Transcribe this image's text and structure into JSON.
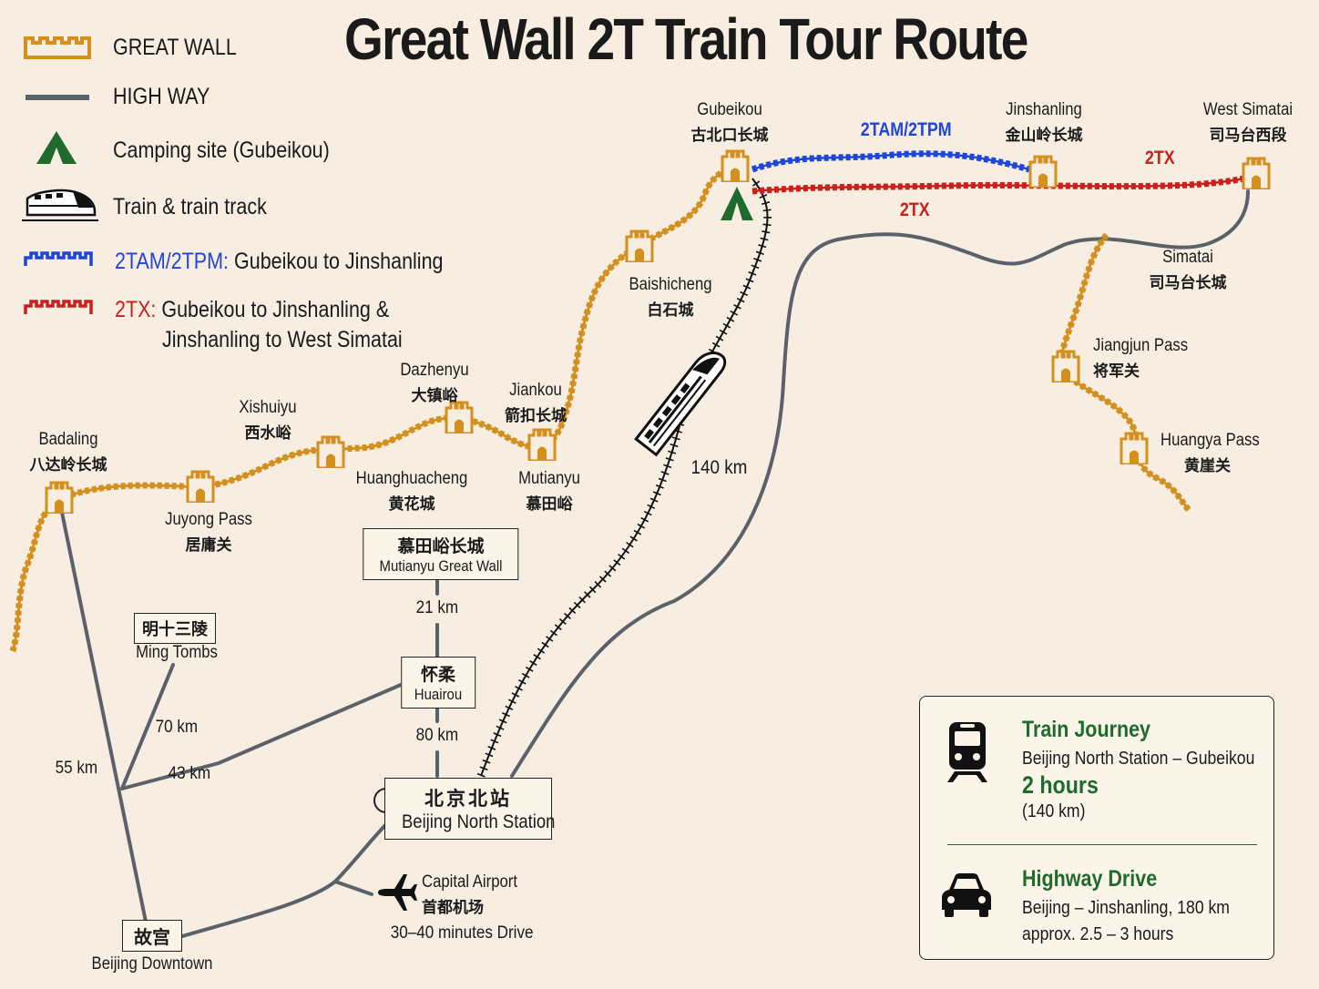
{
  "title": "Great Wall 2T Train Tour Route",
  "legend": [
    {
      "icon": "great-wall-icon",
      "label": "GREAT WALL"
    },
    {
      "icon": "highway-line-icon",
      "label": "HIGH WAY"
    },
    {
      "icon": "camping-tent-icon",
      "label": "Camping site (Gubeikou)"
    },
    {
      "icon": "train-icon",
      "label": "Train & train track"
    },
    {
      "icon": "blue-wall-route-icon",
      "code": "2TAM/2TPM:",
      "label": " Gubeikou to Jinshanling"
    },
    {
      "icon": "red-wall-route-icon",
      "code": "2TX:",
      "label": " Gubeikou to Jinshanling &",
      "label2": "Jinshanling to West Simatai"
    }
  ],
  "colors": {
    "wall": "#d4901e",
    "highway": "#5a6168",
    "route_2tam": "#1f46d6",
    "route_2tx": "#c8201c",
    "accent_green": "#1f6b2e",
    "background": "#f7eee1"
  },
  "places": {
    "badaling": {
      "en": "Badaling",
      "zh": "八达岭长城"
    },
    "juyong": {
      "en": "Juyong Pass",
      "zh": "居庸关"
    },
    "xishuiyu": {
      "en": "Xishuiyu",
      "zh": "西水峪"
    },
    "huanghuacheng": {
      "en": "Huanghuacheng",
      "zh": "黄花城"
    },
    "dazhenyu": {
      "en": "Dazhenyu",
      "zh": "大镇峪"
    },
    "jiankou": {
      "en": "Jiankou",
      "zh": "箭扣长城"
    },
    "mutianyu": {
      "en": "Mutianyu",
      "zh": "慕田峪"
    },
    "baishicheng": {
      "en": "Baishicheng",
      "zh": "白石城"
    },
    "gubeikou": {
      "en": "Gubeikou",
      "zh": "古北口长城"
    },
    "jinshanling": {
      "en": "Jinshanling",
      "zh": "金山岭长城"
    },
    "west_simatai": {
      "en": "West Simatai",
      "zh": "司马台西段"
    },
    "simatai": {
      "en": "Simatai",
      "zh": "司马台长城"
    },
    "jiangjun": {
      "en": "Jiangjun Pass",
      "zh": "将军关"
    },
    "huangya": {
      "en": "Huangya  Pass",
      "zh": "黄崖关"
    }
  },
  "routes": {
    "route_2tam": "2TAM/2TPM",
    "route_2tx_a": "2TX",
    "route_2tx_b": "2TX"
  },
  "boxes": {
    "mutianyu_gw": {
      "zh": "慕田峪长城",
      "en": "Mutianyu Great Wall"
    },
    "huairou": {
      "zh": "怀柔",
      "en": "Huairou"
    },
    "ming_tombs": {
      "zh": "明十三陵",
      "en": "Ming Tombs"
    },
    "beijing_north": {
      "zh": "北京北站",
      "en": "Beijing North Station"
    },
    "downtown": {
      "zh": "故宫",
      "en": "Beijing Downtown"
    }
  },
  "airport": {
    "en": "Capital Airport",
    "zh": "首都机场",
    "note": "30–40 minutes Drive"
  },
  "distances": {
    "train": "140 km",
    "mutianyu_huairou": "21 km",
    "huairou_station": "80 km",
    "ming_tombs": "70 km",
    "huairou_branch": "43 km",
    "badaling": "55 km"
  },
  "info": {
    "train": {
      "heading": "Train Journey",
      "route": "Beijing North Station – Gubeikou",
      "time": "2 hours",
      "distance": "(140 km)"
    },
    "highway": {
      "heading": "Highway Drive",
      "route": "Beijing – Jinshanling, 180 km",
      "time": "approx. 2.5 – 3 hours"
    }
  }
}
